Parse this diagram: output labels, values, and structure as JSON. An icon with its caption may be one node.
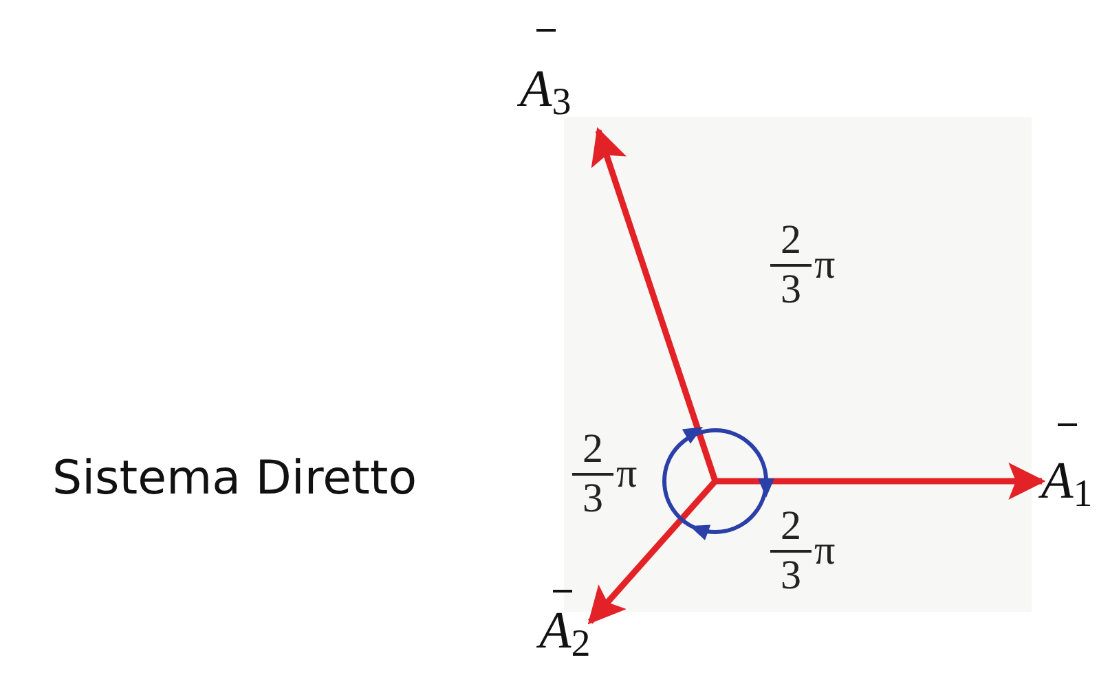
{
  "diagram": {
    "title": "Sistema Diretto",
    "nodes": [
      {
        "text": [
          "A$_{3}$"
        ]
      },
      {
        "text": [
          "A$_{1}$"
        ]
      },
      {
        "text": [
          "A$_{2}$"
        ]
      }
    ],
    "edges": [
      {
        "from": null,
        "to": 0,
        "arrow": "to",
        "color": "#e32227"
      },
      {
        "from": null,
        "to": 1,
        "arrow": "to",
        "color": "#e32227"
      },
      {
        "from": null,
        "to": 2,
        "arrow": "to",
        "color": "#e32227"
      }
    ],
    "labels": [
      "2",
      "3",
      "π",
      "2",
      "3",
      "π",
      "2",
      "3",
      "π"
    ]
  }
}
